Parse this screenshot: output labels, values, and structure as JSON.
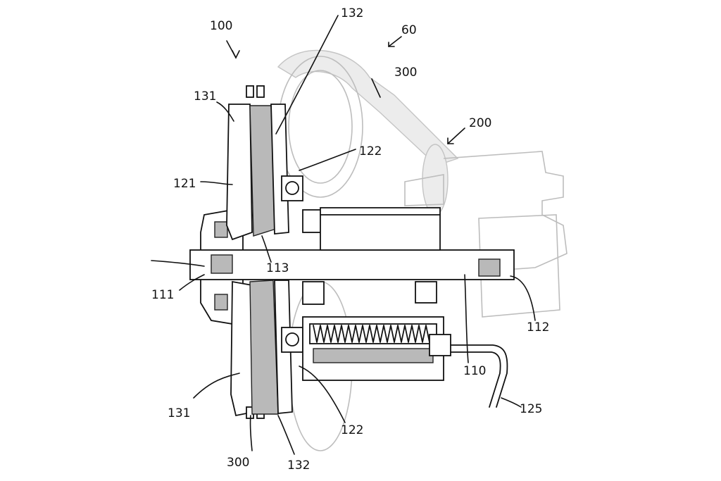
{
  "figure": {
    "labels": {
      "l100": "100",
      "l60": "60",
      "l300a": "300",
      "l200": "200",
      "l132a": "132",
      "l131a": "131",
      "l121": "121",
      "l122a": "122",
      "l113": "113",
      "l111": "111",
      "l112": "112",
      "l110": "110",
      "l125": "125",
      "l131b": "131",
      "l122b": "122",
      "l300b": "300",
      "l132b": "132"
    }
  }
}
